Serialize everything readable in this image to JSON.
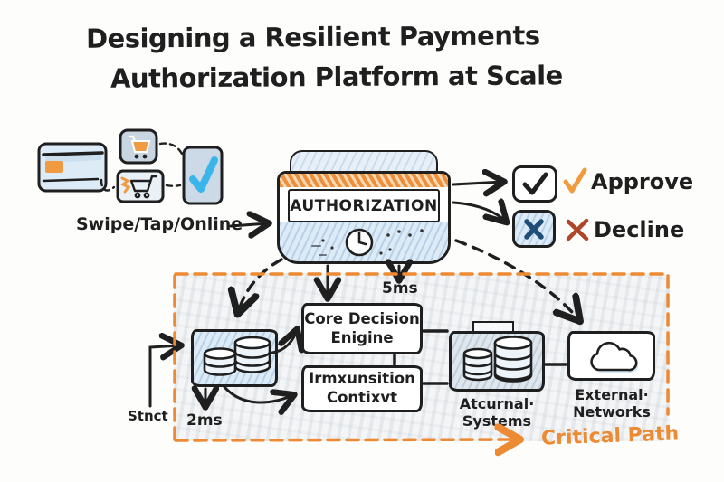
{
  "title": {
    "line1": "Designing a Resilient Payments",
    "line2": "Authorization Platform at Scale"
  },
  "inputs": {
    "label": "Swipe/Tap/Online"
  },
  "terminal": {
    "display": "AUTHORIZATION"
  },
  "outcomes": {
    "approve": "Approve",
    "decline": "Decline"
  },
  "critical_path": {
    "label": "Critical Path",
    "latency_auth": "5ms",
    "cache": {
      "latency": "2ms",
      "annotation": "Stnct"
    },
    "core_engine": {
      "line1": "Core Decision",
      "line2": "Enigine"
    },
    "context": {
      "line1": "Irmxunsition",
      "line2": "Contixvt"
    },
    "internal": {
      "line1": "Atcurnal·",
      "line2": "Systems"
    },
    "external": {
      "line1": "External·",
      "line2": "Networks"
    }
  },
  "icons": {
    "credit-card-icon": "card shape with chip",
    "basket-icon": "🛒",
    "cart-icon": "🛒",
    "phone-check-icon": "✓",
    "clock-icon": "🕒",
    "approve-check-icon": "✓",
    "approve-accent-check-icon": "✓",
    "decline-x-icon": "✕",
    "decline-accent-x-icon": "✕",
    "database-icon": "⛁",
    "database-stack-icon": "⛁⛁",
    "cloud-icon": "☁"
  },
  "colors": {
    "ink": "#1f1f1f",
    "accent_orange": "#ee8f3d",
    "critical_path_orange": "#ed8a34",
    "light_blue": "#dcebf6",
    "hatch_blue": "#aecde6",
    "check_blue": "#3ab5ea",
    "decline_navy": "#1f4e79",
    "decline_red": "#b04527"
  }
}
